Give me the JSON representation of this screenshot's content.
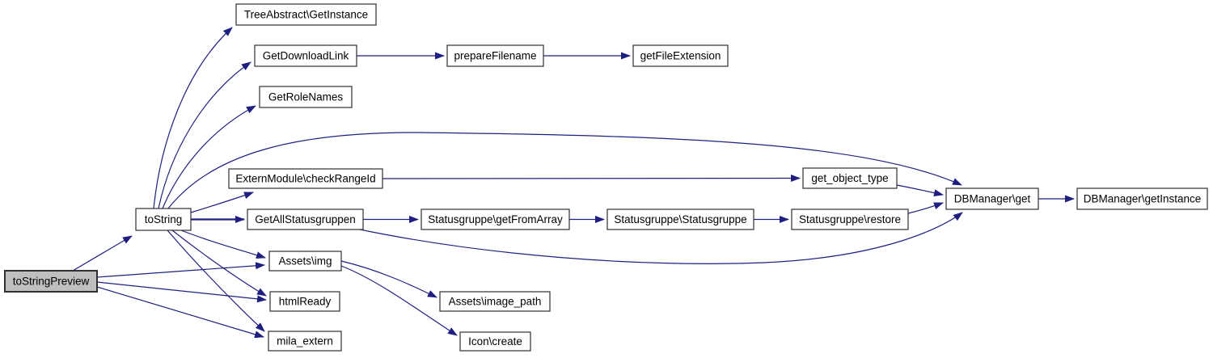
{
  "diagram": {
    "type": "call-graph",
    "colors": {
      "edge": "#1f1f82",
      "node_border": "#303030",
      "node_fill": "#ffffff",
      "highlight_fill": "#bfbfbf",
      "text": "#000000",
      "background": "#ffffff"
    },
    "nodes": [
      {
        "id": "tsp",
        "label": "toStringPreview",
        "highlighted": true
      },
      {
        "id": "ts",
        "label": "toString",
        "highlighted": false
      },
      {
        "id": "tree",
        "label": "TreeAbstract\\GetInstance",
        "highlighted": false
      },
      {
        "id": "gdl",
        "label": "GetDownloadLink",
        "highlighted": false
      },
      {
        "id": "pf",
        "label": "prepareFilename",
        "highlighted": false
      },
      {
        "id": "gfe",
        "label": "getFileExtension",
        "highlighted": false
      },
      {
        "id": "grn",
        "label": "GetRoleNames",
        "highlighted": false
      },
      {
        "id": "emc",
        "label": "ExternModule\\checkRangeId",
        "highlighted": false
      },
      {
        "id": "got",
        "label": "get_object_type",
        "highlighted": false
      },
      {
        "id": "gas",
        "label": "GetAllStatusgruppen",
        "highlighted": false
      },
      {
        "id": "sgfa",
        "label": "Statusgruppe\\getFromArray",
        "highlighted": false
      },
      {
        "id": "ss",
        "label": "Statusgruppe\\Statusgruppe",
        "highlighted": false
      },
      {
        "id": "sr",
        "label": "Statusgruppe\\restore",
        "highlighted": false
      },
      {
        "id": "dbg",
        "label": "DBManager\\get",
        "highlighted": false
      },
      {
        "id": "dbgi",
        "label": "DBManager\\getInstance",
        "highlighted": false
      },
      {
        "id": "img",
        "label": "Assets\\img",
        "highlighted": false
      },
      {
        "id": "html",
        "label": "htmlReady",
        "highlighted": false
      },
      {
        "id": "mila",
        "label": "mila_extern",
        "highlighted": false
      },
      {
        "id": "aip",
        "label": "Assets\\image_path",
        "highlighted": false
      },
      {
        "id": "icr",
        "label": "Icon\\create",
        "highlighted": false
      }
    ],
    "edges": [
      {
        "from": "tsp",
        "to": "ts"
      },
      {
        "from": "tsp",
        "to": "img"
      },
      {
        "from": "tsp",
        "to": "html"
      },
      {
        "from": "tsp",
        "to": "mila"
      },
      {
        "from": "ts",
        "to": "tree"
      },
      {
        "from": "ts",
        "to": "gdl"
      },
      {
        "from": "ts",
        "to": "grn"
      },
      {
        "from": "ts",
        "to": "dbg"
      },
      {
        "from": "ts",
        "to": "emc"
      },
      {
        "from": "ts",
        "to": "gas"
      },
      {
        "from": "ts",
        "to": "img"
      },
      {
        "from": "ts",
        "to": "html"
      },
      {
        "from": "ts",
        "to": "mila"
      },
      {
        "from": "gdl",
        "to": "pf"
      },
      {
        "from": "pf",
        "to": "gfe"
      },
      {
        "from": "emc",
        "to": "got"
      },
      {
        "from": "got",
        "to": "dbg"
      },
      {
        "from": "gas",
        "to": "sgfa"
      },
      {
        "from": "gas",
        "to": "dbg"
      },
      {
        "from": "sgfa",
        "to": "ss"
      },
      {
        "from": "ss",
        "to": "sr"
      },
      {
        "from": "sr",
        "to": "dbg"
      },
      {
        "from": "dbg",
        "to": "dbgi"
      },
      {
        "from": "img",
        "to": "aip"
      },
      {
        "from": "img",
        "to": "icr"
      }
    ]
  }
}
